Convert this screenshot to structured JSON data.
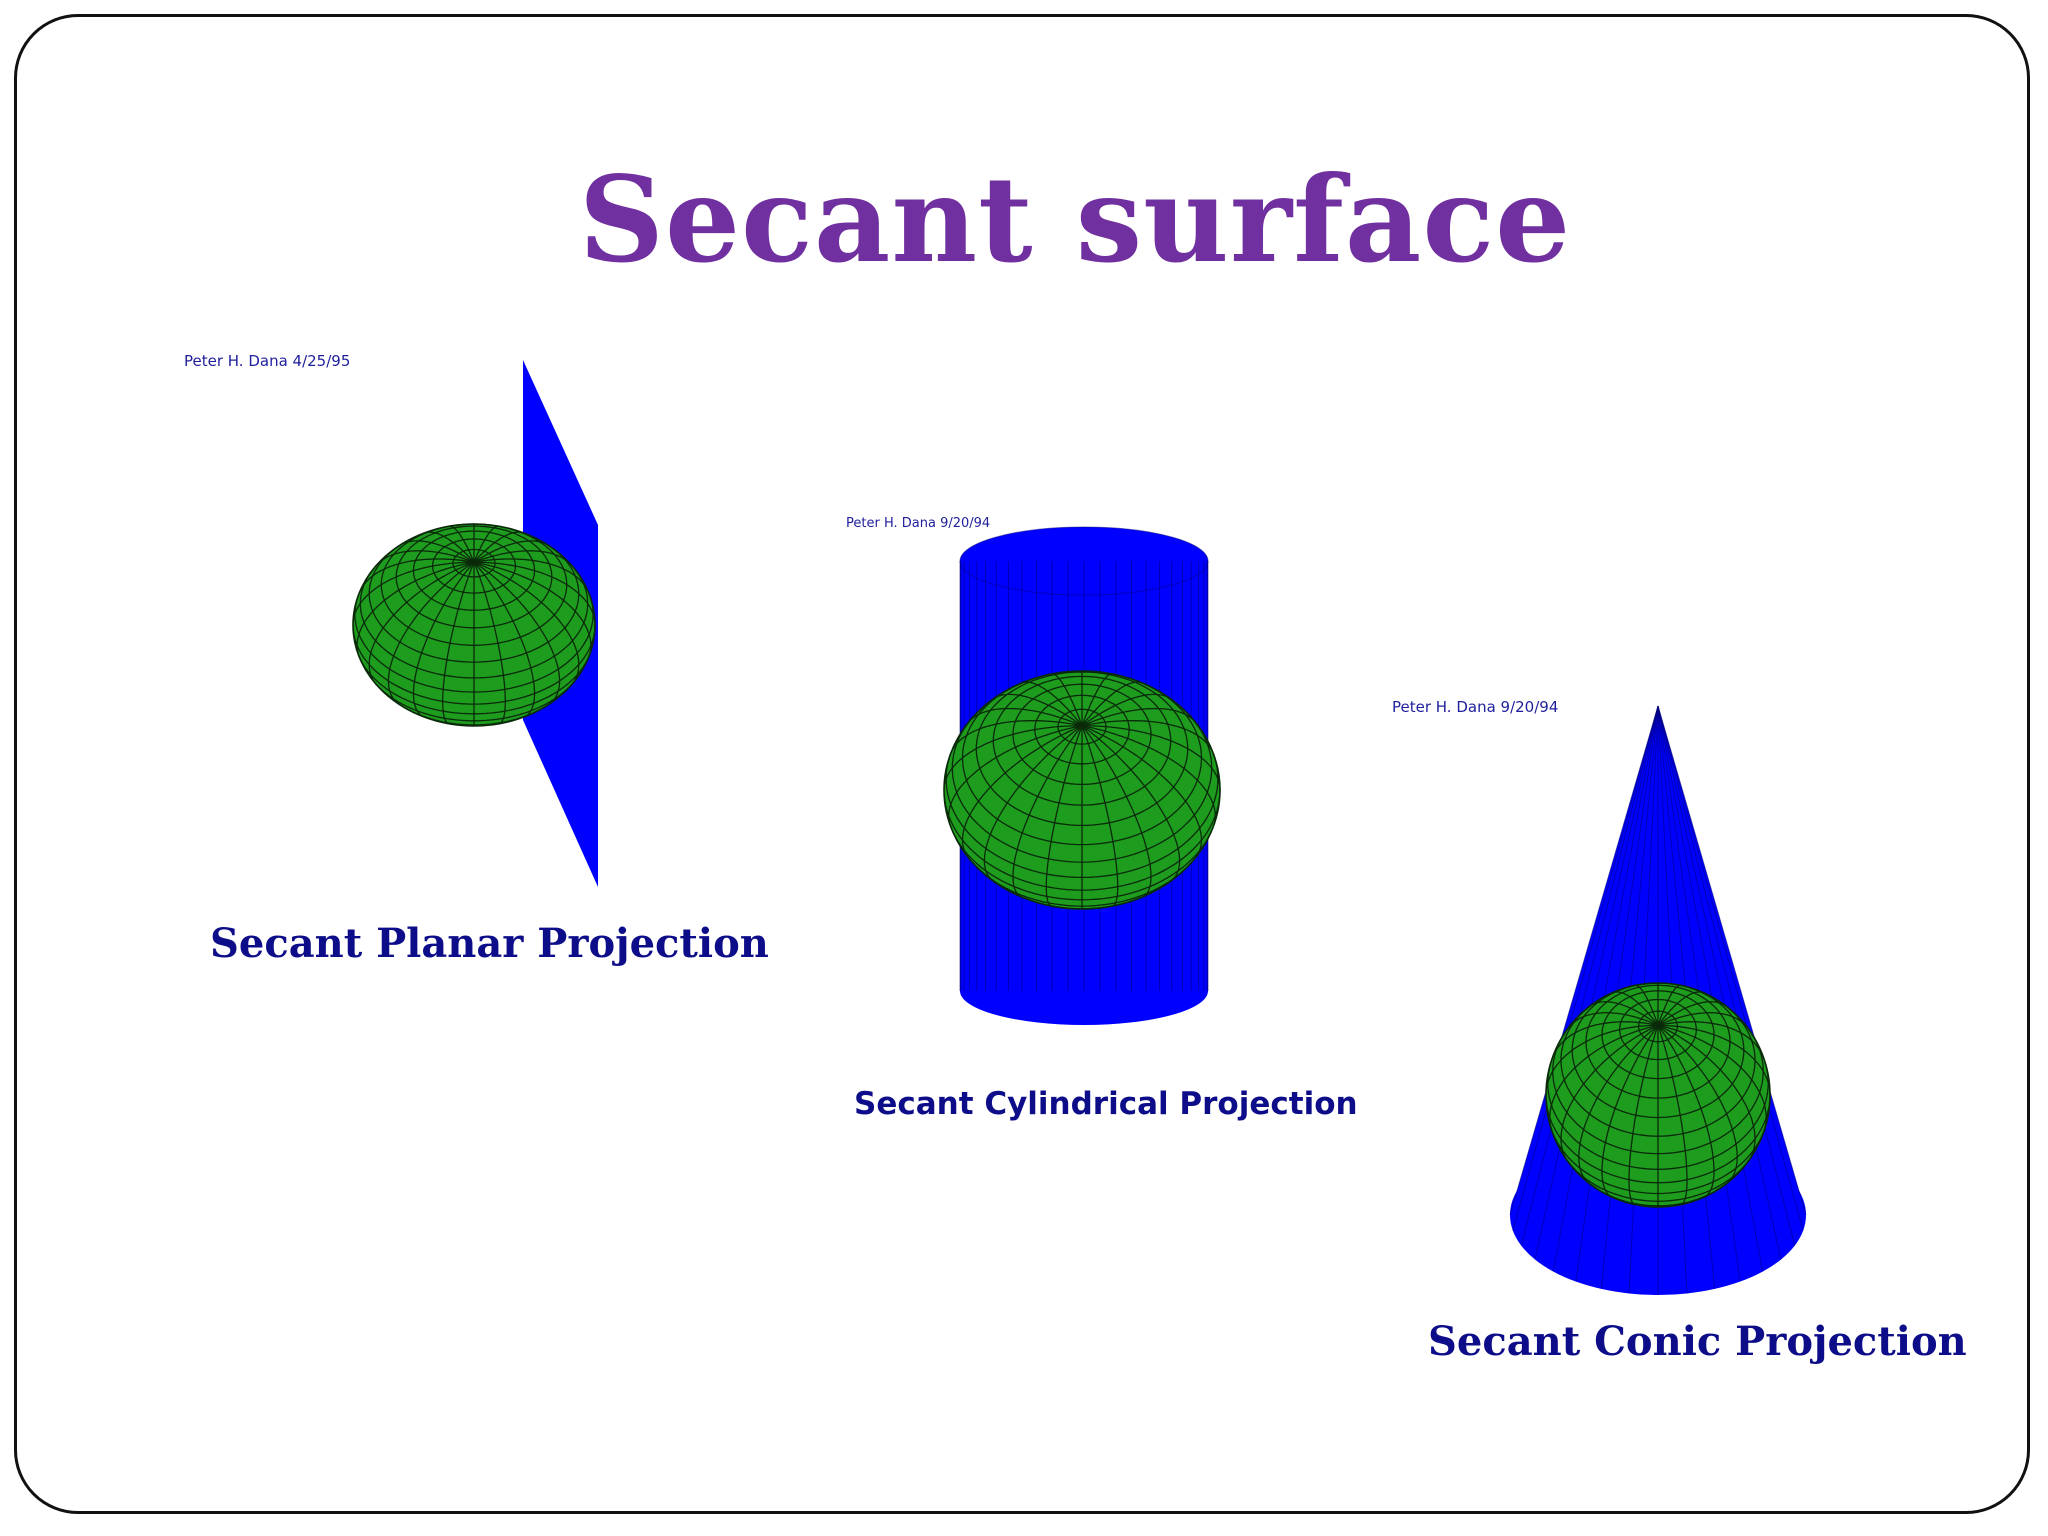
{
  "slide": {
    "title": "Secant surface",
    "title_color": "#7030a0",
    "caption_color": "#0d0d8a",
    "credit_color": "#1f1f9e",
    "surface_color": "#0000ff",
    "globe_color": "#1e9c1e",
    "grid_color": "#0a2a0a"
  },
  "figures": {
    "planar": {
      "credit": "Peter H. Dana 4/25/95",
      "caption": "Secant Planar Projection",
      "surface": "plane"
    },
    "cylindrical": {
      "credit": "Peter H. Dana 9/20/94",
      "caption": "Secant Cylindrical Projection",
      "surface": "cylinder"
    },
    "conic": {
      "credit": "Peter H. Dana 9/20/94",
      "caption": "Secant Conic Projection",
      "surface": "cone"
    }
  }
}
